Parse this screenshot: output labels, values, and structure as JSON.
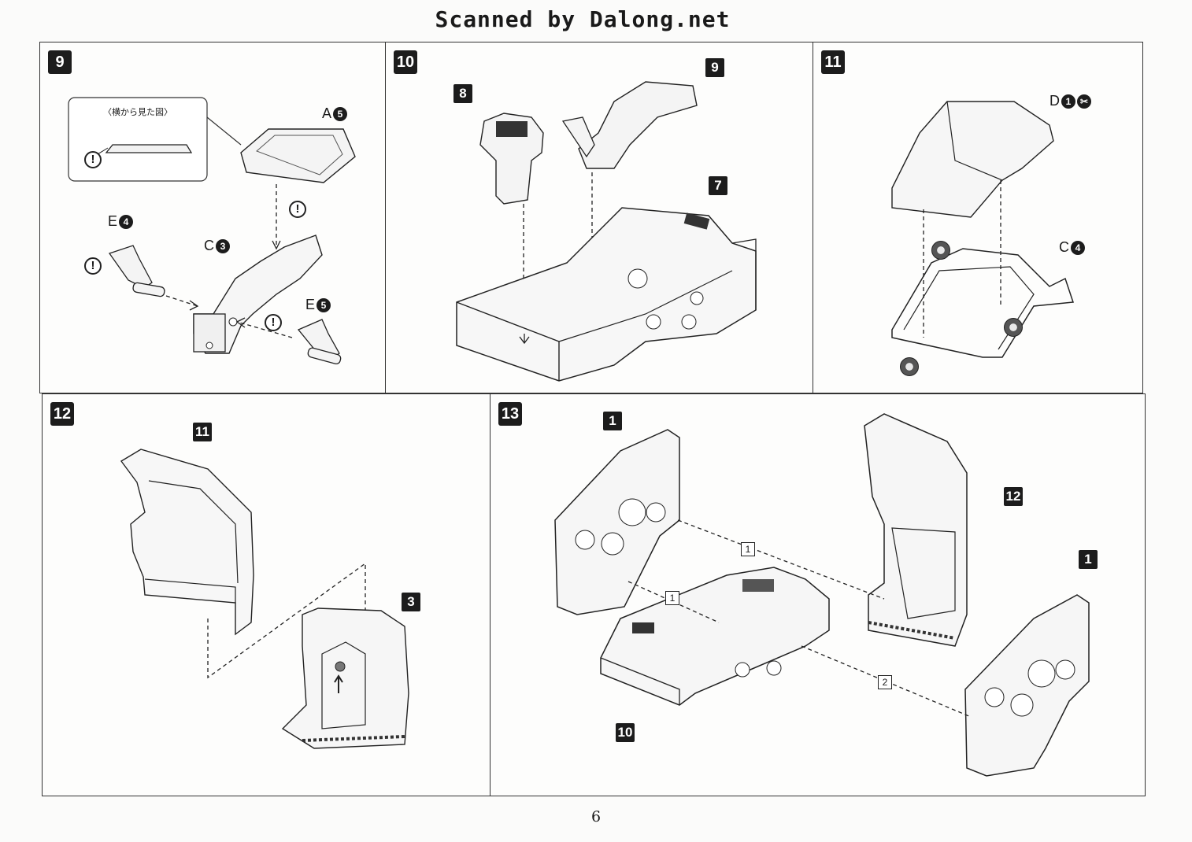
{
  "header": {
    "scanned_by": "Scanned by Dalong.net"
  },
  "page_number": "6",
  "steps": {
    "s9": {
      "number": "9",
      "side_view_label": "〈横から見た図〉",
      "parts": [
        {
          "letter": "A",
          "num": "5"
        },
        {
          "letter": "C",
          "num": "3"
        },
        {
          "letter": "E",
          "num": "4"
        },
        {
          "letter": "E",
          "num": "5"
        }
      ],
      "caution_symbol": "!"
    },
    "s10": {
      "number": "10",
      "refs": [
        "8",
        "9",
        "7"
      ]
    },
    "s11": {
      "number": "11",
      "parts": [
        {
          "letter": "D",
          "num": "1"
        },
        {
          "letter": "C",
          "num": "4"
        }
      ]
    },
    "s12": {
      "number": "12",
      "refs": [
        "11",
        "3"
      ]
    },
    "s13": {
      "number": "13",
      "refs": [
        "1",
        "12",
        "1",
        "10"
      ],
      "routes": [
        "1",
        "1",
        "2"
      ]
    }
  }
}
